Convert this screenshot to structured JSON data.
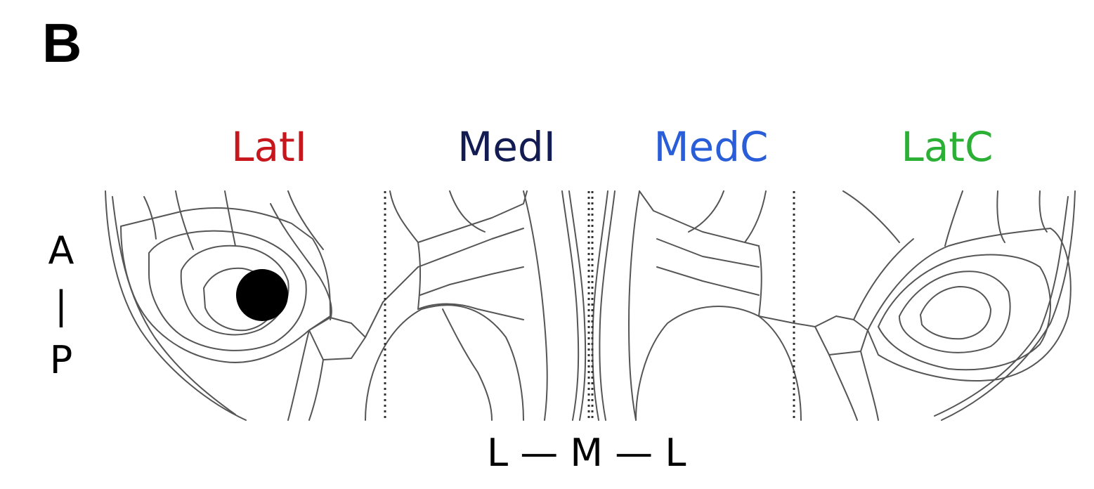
{
  "panel": {
    "letter": "B"
  },
  "regions": [
    {
      "id": "latl",
      "label": "LatI",
      "color": "#c8161d"
    },
    {
      "id": "medl",
      "label": "MedI",
      "color": "#131c52"
    },
    {
      "id": "medc",
      "label": "MedC",
      "color": "#2a5ed8"
    },
    {
      "id": "latc",
      "label": "LatC",
      "color": "#2bb035"
    }
  ],
  "axes": {
    "anterior": "A",
    "ap_separator": "|",
    "posterior": "P",
    "lateral_medial_lateral": "L — M — L"
  },
  "marker": {
    "color": "#000000",
    "region": "LatI"
  },
  "outline_color": "#555555",
  "divider_color": "#333333"
}
